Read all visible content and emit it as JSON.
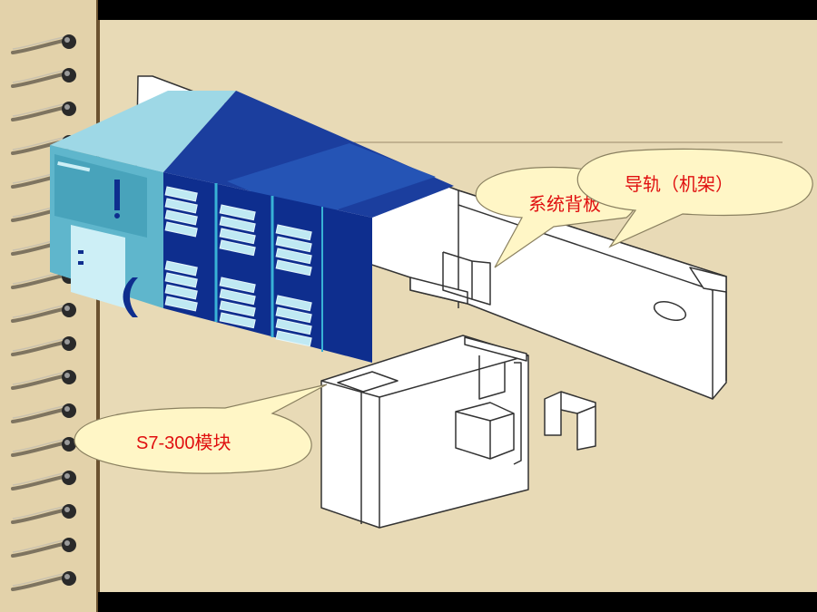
{
  "callouts": {
    "system_bus": "系统背板",
    "rail": "导轨（机架）",
    "module": "S7-300模块"
  },
  "colors": {
    "paper": "#E8DAB6",
    "callout_fill": "#FFF6C6",
    "callout_text": "#E01010",
    "module_light": "#7FCCDC",
    "module_dark": "#0E2E8E",
    "rail": "#FFFFFF"
  },
  "icons": {
    "binding": "spiral-ring-icon"
  }
}
